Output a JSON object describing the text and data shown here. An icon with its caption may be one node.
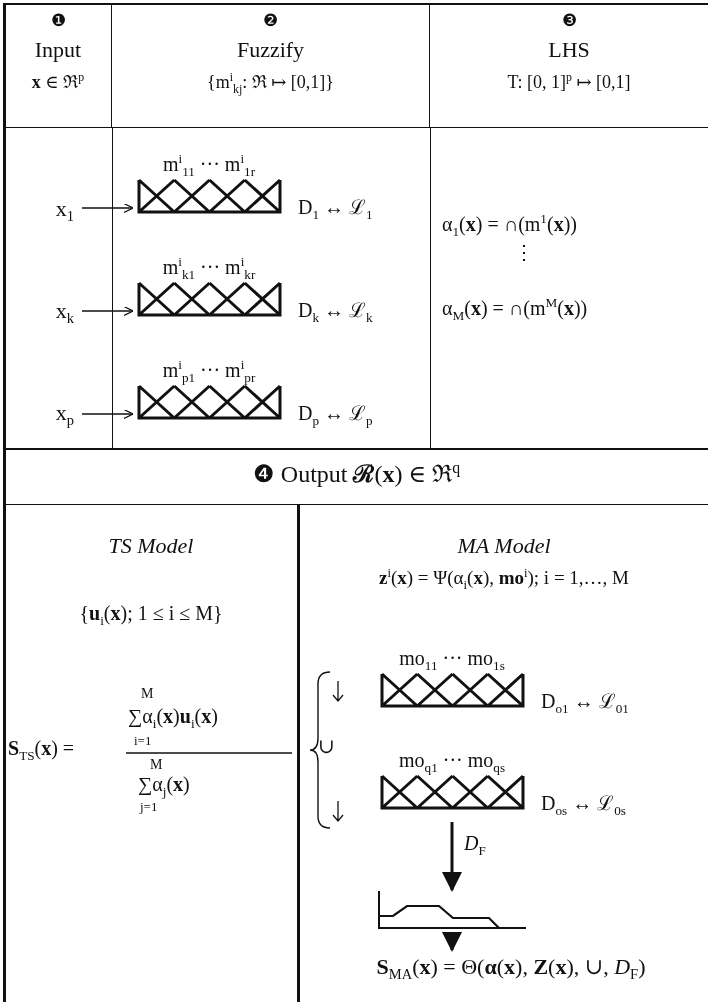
{
  "diagram": {
    "nodes": [
      {
        "text": [
          "❶",
          "Input",
          "**x** ∈ ℜ$^{p}$"
        ]
      },
      {
        "text": [
          "❷",
          "Fuzzify",
          "{m$^{i}$$_{kj}$: ℜ ↦ [0,1]}"
        ]
      },
      {
        "text": [
          "❸",
          "LHS",
          "T: [0, 1]$^{p}$ ↦ [0,1]"
        ]
      },
      {
        "text": [
          "x$_{1}$"
        ]
      },
      {
        "text": [
          "x$_{k}$"
        ]
      },
      {
        "text": [
          "x$_{p}$"
        ]
      },
      {
        "text": [
          "m$^{i}$$_{11}$ ··· m$^{i}$$_{1r}$"
        ],
        "beside": [
          "D$_{1}$ ↔ ℒ$_{1}$"
        ]
      },
      {
        "text": [
          "m$^{i}$$_{k1}$ ··· m$^{i}$$_{kr}$"
        ],
        "beside": [
          "D$_{k}$ ↔ ℒ$_{k}$"
        ]
      },
      {
        "text": [
          "m$^{i}$$_{p1}$ ··· m$^{i}$$_{pr}$"
        ],
        "beside": [
          "D$_{p}$ ↔ ℒ$_{p}$"
        ]
      },
      {
        "text": [
          "❹  Output  **ℛ**(**x**) ∈ ℜ$^{q}$"
        ]
      },
      {
        "text": [
          "TS Model",
          "{**u**$_{i}$(**x**); 1 ≤ i ≤ M}"
        ]
      },
      {
        "text": [
          "MA Model",
          "**z**$^{i}$(**x**) = Ψ(α$_{i}$(**x**), **mo**$^{i}$); i = 1,…, M"
        ]
      },
      {
        "text": [
          "mo$_{11}$ ··· mo$_{1s}$"
        ],
        "beside": [
          "D$_{o1}$ ↔ ℒ$_{01}$"
        ],
        "in": 11
      },
      {
        "text": [
          "mo$_{q1}$ ··· mo$_{qs}$"
        ],
        "beside": [
          "D$_{os}$ ↔ ℒ$_{0s}$"
        ],
        "in": 11
      },
      {
        "text": [],
        "shape": "picture",
        "in": 11
      },
      {
        "text": [
          "**S**$_{MA}$(**x**) = Θ(**α**(**x**), **Z**(**x**), ∪, *D*$_{F}$)"
        ],
        "in": 11
      }
    ],
    "edges": [
      {
        "from": 3,
        "to": 6,
        "arrow": "to"
      },
      {
        "from": 4,
        "to": 7,
        "arrow": "to"
      },
      {
        "from": 5,
        "to": 8,
        "arrow": "to"
      },
      {
        "from": 13,
        "to": 14,
        "arrow": "to",
        "label": "*D*$_{F}$",
        "style": "thick"
      },
      {
        "from": 14,
        "to": 15,
        "arrow": "to",
        "style": "thick"
      }
    ],
    "labels": [
      "α$_{1}$(**x**) = ∩(m$^{1}$(**x**))",
      "⋮",
      "α$_{M}$(**x**) = ∩(m$^{M}$(**x**))",
      "**S**$_{TS}$(**x**) =",
      "M",
      "∑α$_{i}$(**x**)**u**$_{i}$(**x**)",
      "i=1",
      "M",
      "∑α$_{j}$(**x**)",
      "j=1",
      "∪"
    ]
  }
}
